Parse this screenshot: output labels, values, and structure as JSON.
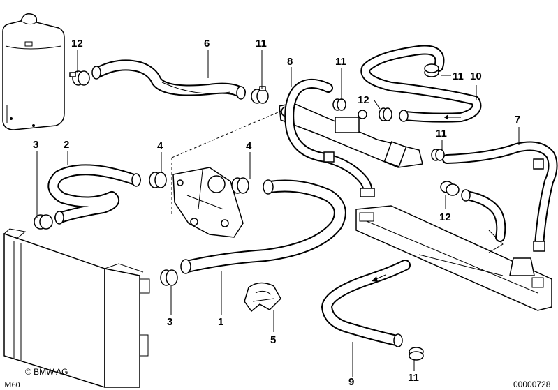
{
  "callouts": [
    {
      "id": "c12a",
      "label": "12"
    },
    {
      "id": "c6",
      "label": "6"
    },
    {
      "id": "c11a",
      "label": "11"
    },
    {
      "id": "c8",
      "label": "8"
    },
    {
      "id": "c11b",
      "label": "11"
    },
    {
      "id": "c11c",
      "label": "11"
    },
    {
      "id": "c10",
      "label": "10"
    },
    {
      "id": "c12b",
      "label": "12"
    },
    {
      "id": "c7",
      "label": "7"
    },
    {
      "id": "c11d",
      "label": "11"
    },
    {
      "id": "c3a",
      "label": "3"
    },
    {
      "id": "c2",
      "label": "2"
    },
    {
      "id": "c4a",
      "label": "4"
    },
    {
      "id": "c4b",
      "label": "4"
    },
    {
      "id": "c12c",
      "label": "12"
    },
    {
      "id": "c3b",
      "label": "3"
    },
    {
      "id": "c1",
      "label": "1"
    },
    {
      "id": "c5",
      "label": "5"
    },
    {
      "id": "c9",
      "label": "9"
    },
    {
      "id": "c11e",
      "label": "11"
    }
  ],
  "footer": {
    "copyright": "© BMW AG",
    "model": "M60",
    "diagram_number": "00000728"
  }
}
